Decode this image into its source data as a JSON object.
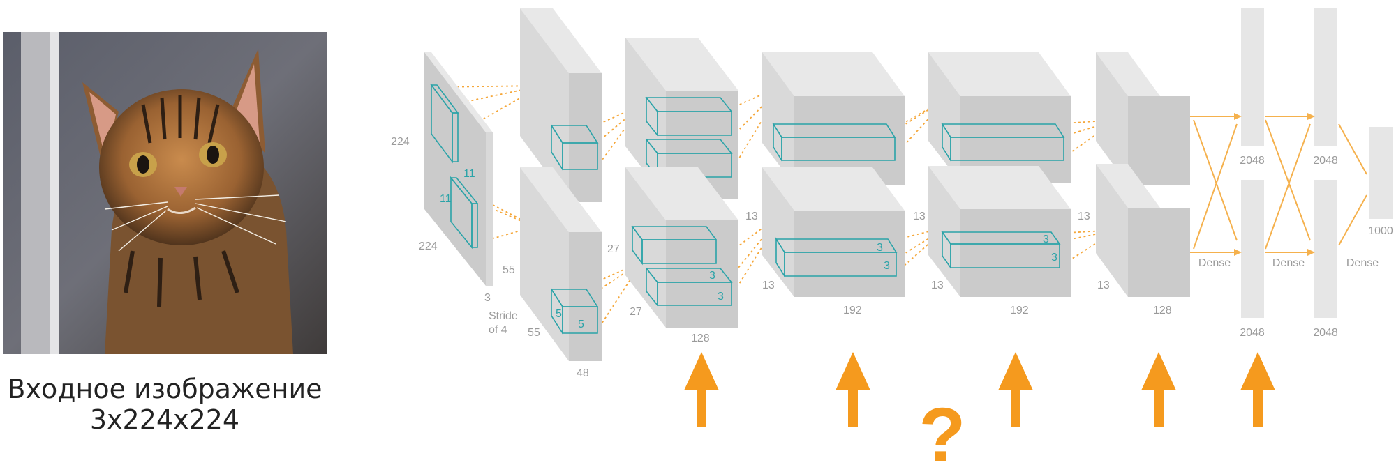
{
  "input": {
    "caption_line1": "Входное изображение",
    "caption_line2": "3x224x224",
    "image_icon": "cat-photo"
  },
  "layers": {
    "input_dims": {
      "height": "224",
      "width": "224",
      "depth": "3"
    },
    "input_kernel": {
      "k1": "11",
      "k2": "11"
    },
    "conv1": {
      "dim_a": "55",
      "dim_b": "55",
      "depth": "48",
      "stride_line1": "Stride",
      "stride_line2": "of 4",
      "kernel_a": "5",
      "kernel_b": "5"
    },
    "conv2": {
      "dim_a": "27",
      "dim_b": "27",
      "depth": "128",
      "kernel_a": "3",
      "kernel_b": "3"
    },
    "conv3": {
      "dim_a": "13",
      "dim_b": "13",
      "depth": "192",
      "kernel_a": "3",
      "kernel_b": "3"
    },
    "conv4": {
      "dim_a": "13",
      "dim_b": "13",
      "depth": "192",
      "kernel_a": "3",
      "kernel_b": "3"
    },
    "conv5": {
      "dim_a": "13",
      "dim_b": "13",
      "depth": "128"
    },
    "dense1": {
      "top": "2048",
      "bottom": "2048",
      "label": "Dense"
    },
    "dense2": {
      "top": "2048",
      "bottom": "2048",
      "label": "Dense"
    },
    "output": {
      "size": "1000",
      "label": "Dense"
    }
  },
  "annotations": {
    "question": "?"
  },
  "colors": {
    "accent_orange": "#f59a1e",
    "kernel_teal": "#2aa3a8",
    "block_front": "#cbcbcb",
    "block_top": "#e8e8e8",
    "block_side": "#d9d9d9"
  }
}
